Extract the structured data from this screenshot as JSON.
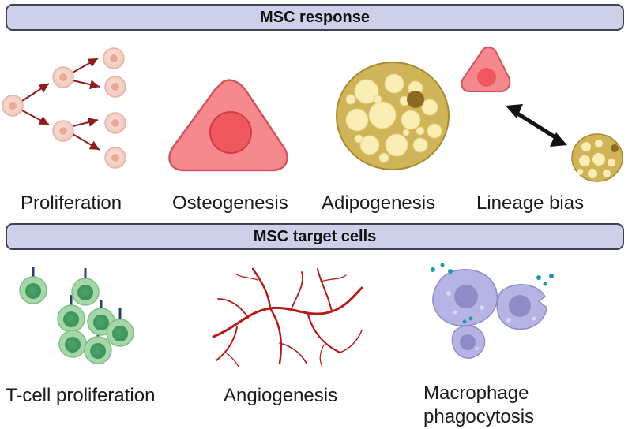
{
  "sections": {
    "response_title": "MSC response",
    "targets_title": "MSC target cells"
  },
  "responses": [
    {
      "label": "Proliferation",
      "icon": "proliferation-icon"
    },
    {
      "label": "Osteogenesis",
      "icon": "osteoblast-cell-icon"
    },
    {
      "label": "Adipogenesis",
      "icon": "adipocyte-cell-icon"
    },
    {
      "label": "Lineage bias",
      "icon": "lineage-bias-icon"
    }
  ],
  "targets": [
    {
      "label": "T-cell proliferation",
      "icon": "t-cell-cluster-icon"
    },
    {
      "label": "Angiogenesis",
      "icon": "blood-vessel-network-icon"
    },
    {
      "label": "Macrophage phagocytosis",
      "icon": "macrophage-cluster-icon"
    }
  ],
  "colors": {
    "banner_fill": "#cdd0e8",
    "banner_border": "#3e4252",
    "msc_cell": "#f6d6cc",
    "osteoblast": "#f07a80",
    "adipocyte": "#cfb45a",
    "t_cell": "#8fcc98",
    "vessel": "#b81818",
    "macrophage": "#b6b4e4"
  }
}
